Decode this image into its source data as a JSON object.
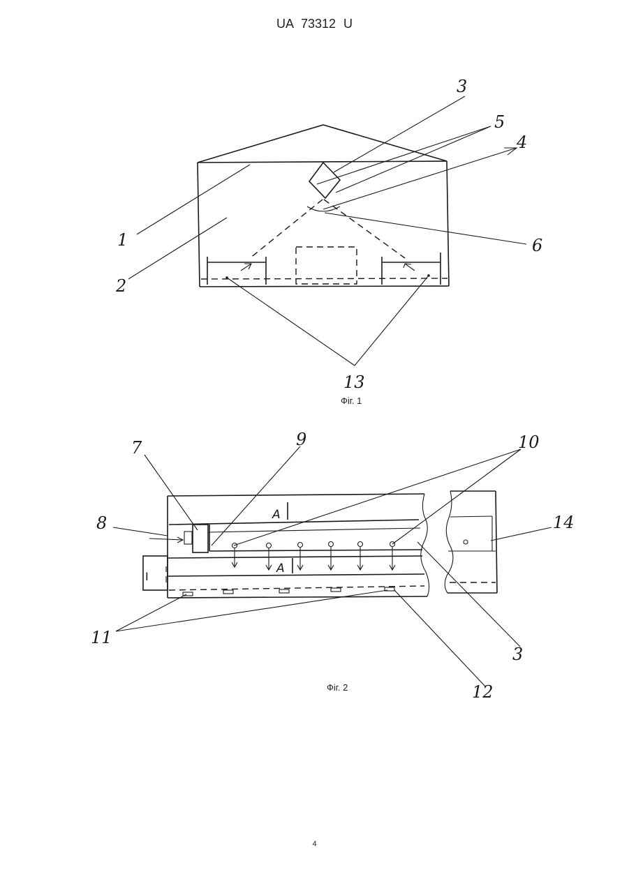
{
  "header": {
    "doc_id": "UA   73312   U"
  },
  "figure1": {
    "caption": "Фіг. 1",
    "labels": {
      "l1": "1",
      "l2": "2",
      "l3": "3",
      "l4": "4",
      "l5": "5",
      "l6": "6",
      "l13": "13"
    }
  },
  "figure2": {
    "caption": "Фіг. 2",
    "labels": {
      "l3": "3",
      "l7": "7",
      "l8": "8",
      "l9": "9",
      "l10": "10",
      "l11": "11",
      "l12": "12",
      "l14": "14"
    },
    "section_marks": {
      "top": "A",
      "bottom": "A"
    },
    "side_mark": "I"
  },
  "footer": {
    "page_number": "4"
  }
}
